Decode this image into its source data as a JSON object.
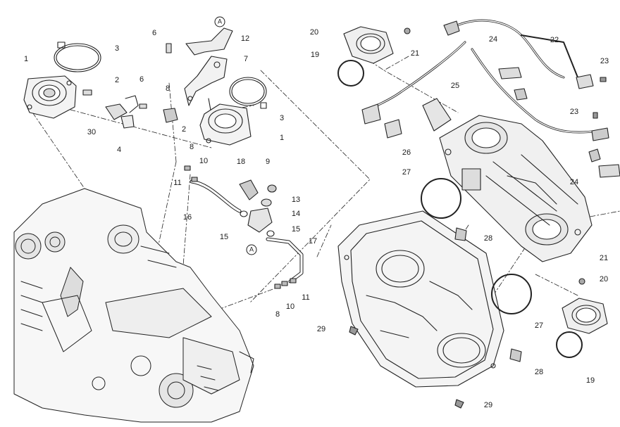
{
  "diagram": {
    "callouts": [
      "1",
      "3",
      "2",
      "6",
      "30",
      "4",
      "6",
      "8",
      "12",
      "7",
      "2",
      "3",
      "1",
      "18",
      "9",
      "13",
      "14",
      "15",
      "15",
      "10",
      "8",
      "11",
      "16",
      "17",
      "8",
      "10",
      "11",
      "20",
      "19",
      "21",
      "24",
      "22",
      "23",
      "25",
      "23",
      "26",
      "27",
      "28",
      "24",
      "21",
      "20",
      "27",
      "19",
      "29",
      "28",
      "29"
    ],
    "reference_marks": [
      "A",
      "A"
    ]
  }
}
